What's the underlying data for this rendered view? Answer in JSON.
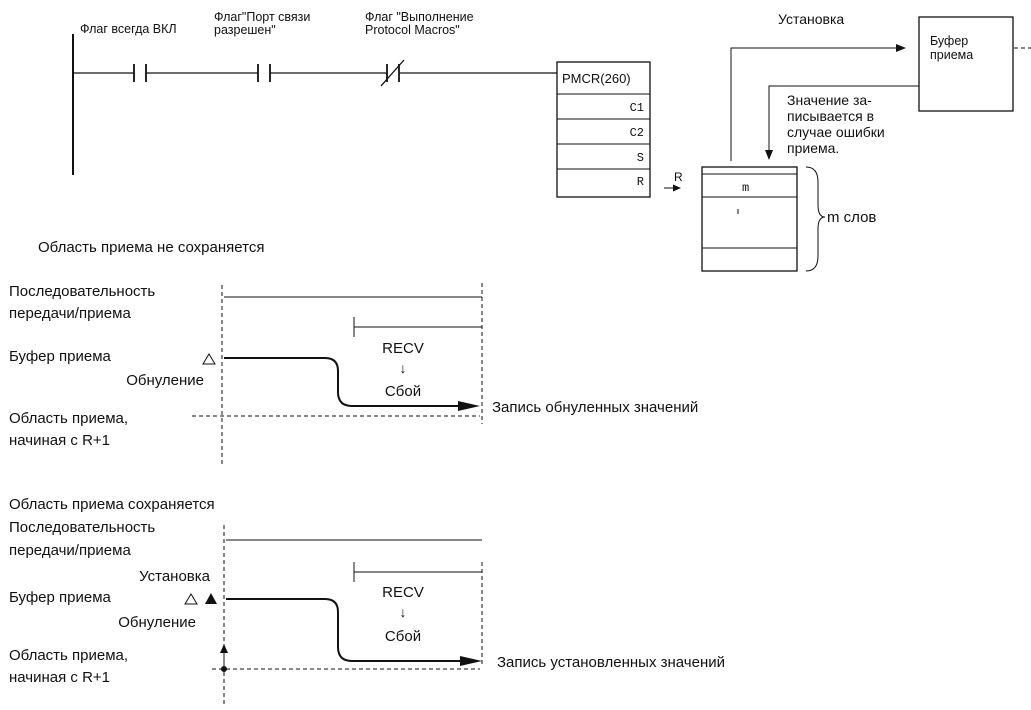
{
  "ladder": {
    "flag_always_on": "Флаг всегда ВКЛ",
    "flag_port_line1": "Флаг\"Порт связи",
    "flag_port_line2": "разрешен\"",
    "flag_exec_line1": "Флаг \"Выполнение",
    "flag_exec_line2": "Protocol Macros\"",
    "instruction": "PMCR(260)",
    "operands": [
      "C1",
      "C2",
      "S",
      "R"
    ],
    "r_arrow_label": "R"
  },
  "buffer": {
    "setting_label": "Установка",
    "box_line1": "Буфер",
    "box_line2": "приема",
    "note_lines": [
      "Значение за-",
      "писывается в",
      "случае ошибки",
      "приема."
    ],
    "area_first_cell": "m",
    "words_label": "m слов"
  },
  "timing1": {
    "section_title": "Область приема не сохраняется",
    "seq_line1": "Последовательность",
    "seq_line2": "передачи/приема",
    "buffer_label": "Буфер приема",
    "reset_label": "Обнуление",
    "area_line1": "Область приема,",
    "area_line2": "начиная с R+1",
    "recv": "RECV",
    "down_arrow": "↓",
    "fail": "Сбой",
    "result": "Запись обнуленных значений"
  },
  "timing2": {
    "section_title": "Область приема сохраняется",
    "seq_line1": "Последовательность",
    "seq_line2": "передачи/приема",
    "setting_label": "Установка",
    "buffer_label": "Буфер приема",
    "reset_label": "Обнуление",
    "area_line1": "Область приема,",
    "area_line2": "начиная с R+1",
    "recv": "RECV",
    "down_arrow": "↓",
    "fail": "Сбой",
    "result": "Запись установленных значений"
  }
}
